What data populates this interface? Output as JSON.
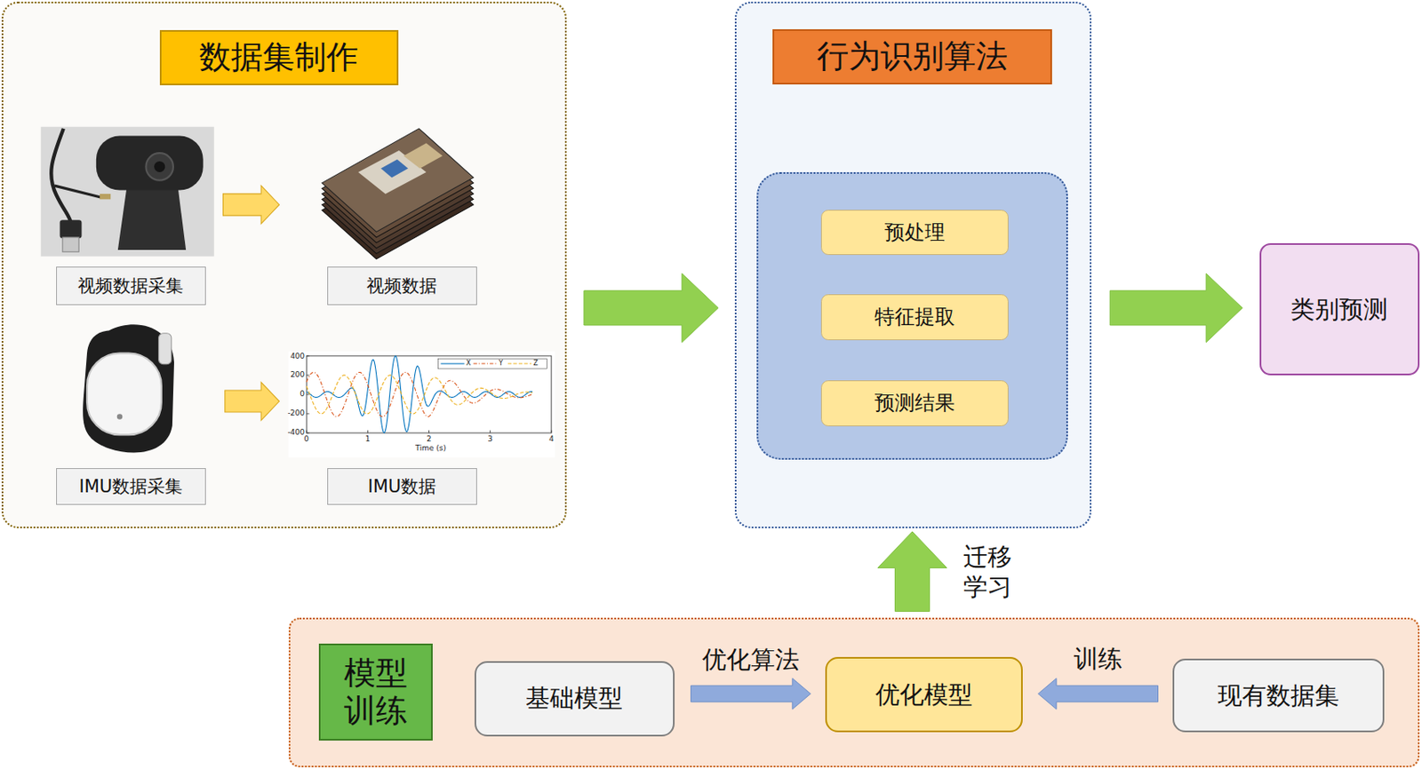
{
  "diagram": {
    "nodes": [
      {
        "text": [
          "数据集制作"
        ]
      },
      {
        "text": [
          "视频数据采集"
        ],
        "in": 0
      },
      {
        "text": [
          "视频数据"
        ],
        "in": 0
      },
      {
        "text": [
          "IMU数据采集"
        ],
        "in": 0
      },
      {
        "text": [
          "IMU数据"
        ],
        "in": 0
      },
      {
        "text": [
          "行为识别算法"
        ]
      },
      {
        "text": [],
        "in": 5
      },
      {
        "text": [
          "预处理"
        ],
        "in": 6
      },
      {
        "text": [
          "特征提取"
        ],
        "in": 6
      },
      {
        "text": [
          "预测结果"
        ],
        "in": 6
      },
      {
        "text": [
          "类别预测"
        ]
      },
      {
        "text": [
          "模型 训练"
        ]
      },
      {
        "text": [
          "基础模型"
        ],
        "in": 11
      },
      {
        "text": [
          "优化模型"
        ],
        "in": 11
      },
      {
        "text": [
          "现有数据集"
        ],
        "in": 11
      }
    ],
    "edges": [
      {
        "from": 0,
        "to": 5,
        "arrow": "to"
      },
      {
        "from": 5,
        "to": 10,
        "arrow": "to"
      },
      {
        "from": 11,
        "to": 5,
        "label": "迁移 学习",
        "arrow": "to"
      },
      {
        "from": 12,
        "to": 13,
        "label": "优化算法",
        "arrow": "to"
      },
      {
        "from": 14,
        "to": 13,
        "label": "训练",
        "arrow": "to"
      }
    ],
    "labels": [
      "400",
      "200",
      "0",
      "-200",
      "-400",
      "0",
      "1",
      "2",
      "3",
      "4",
      "Time (s)"
    ],
    "legend": [
      {
        "text": "X"
      },
      {
        "text": "Y"
      },
      {
        "text": "Z"
      }
    ]
  }
}
